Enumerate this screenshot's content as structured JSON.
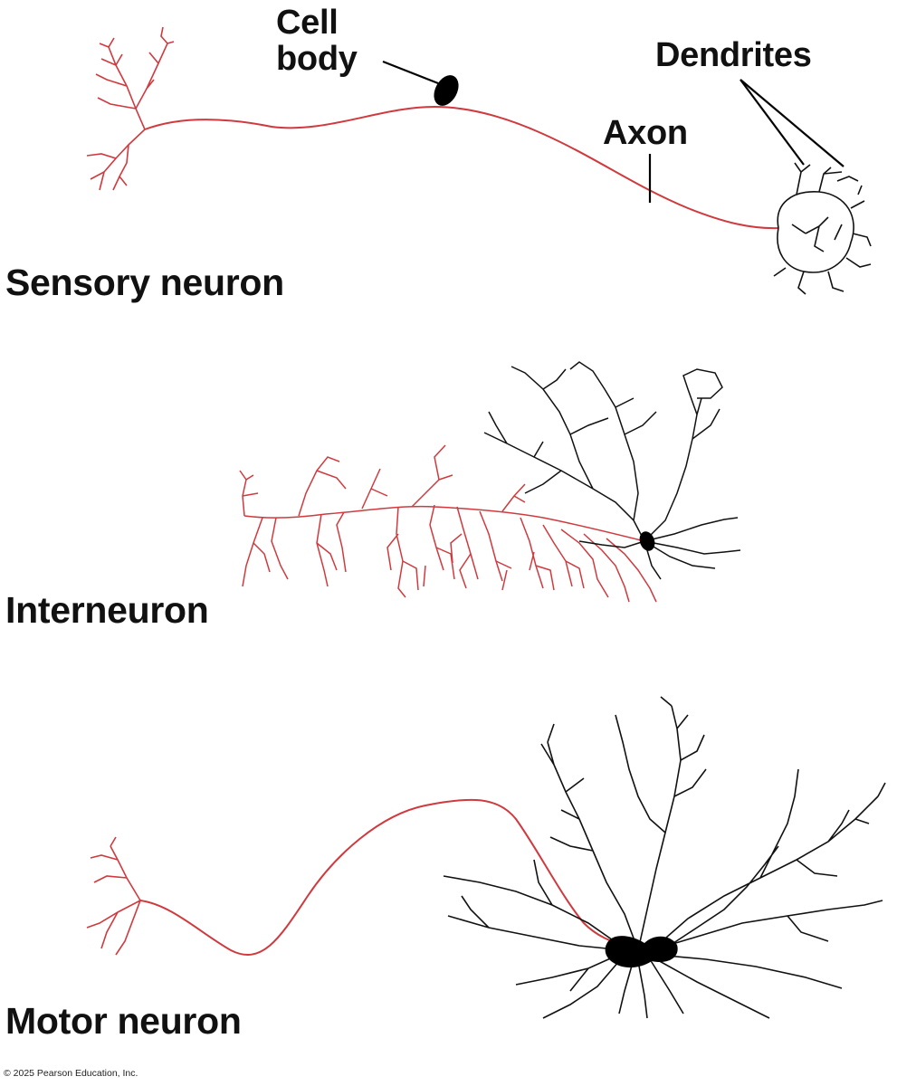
{
  "neurons": [
    {
      "id": "sensory",
      "title": "Sensory neuron"
    },
    {
      "id": "inter",
      "title": "Interneuron"
    },
    {
      "id": "motor",
      "title": "Motor neuron"
    }
  ],
  "labels": {
    "cell_body_line1": "Cell",
    "cell_body_line2": "body",
    "axon": "Axon",
    "dendrites": "Dendrites"
  },
  "colors": {
    "axon": "#d03a3e",
    "dendrite": "#111111",
    "soma": "#000000"
  },
  "copyright": "© 2025 Pearson Education, Inc."
}
